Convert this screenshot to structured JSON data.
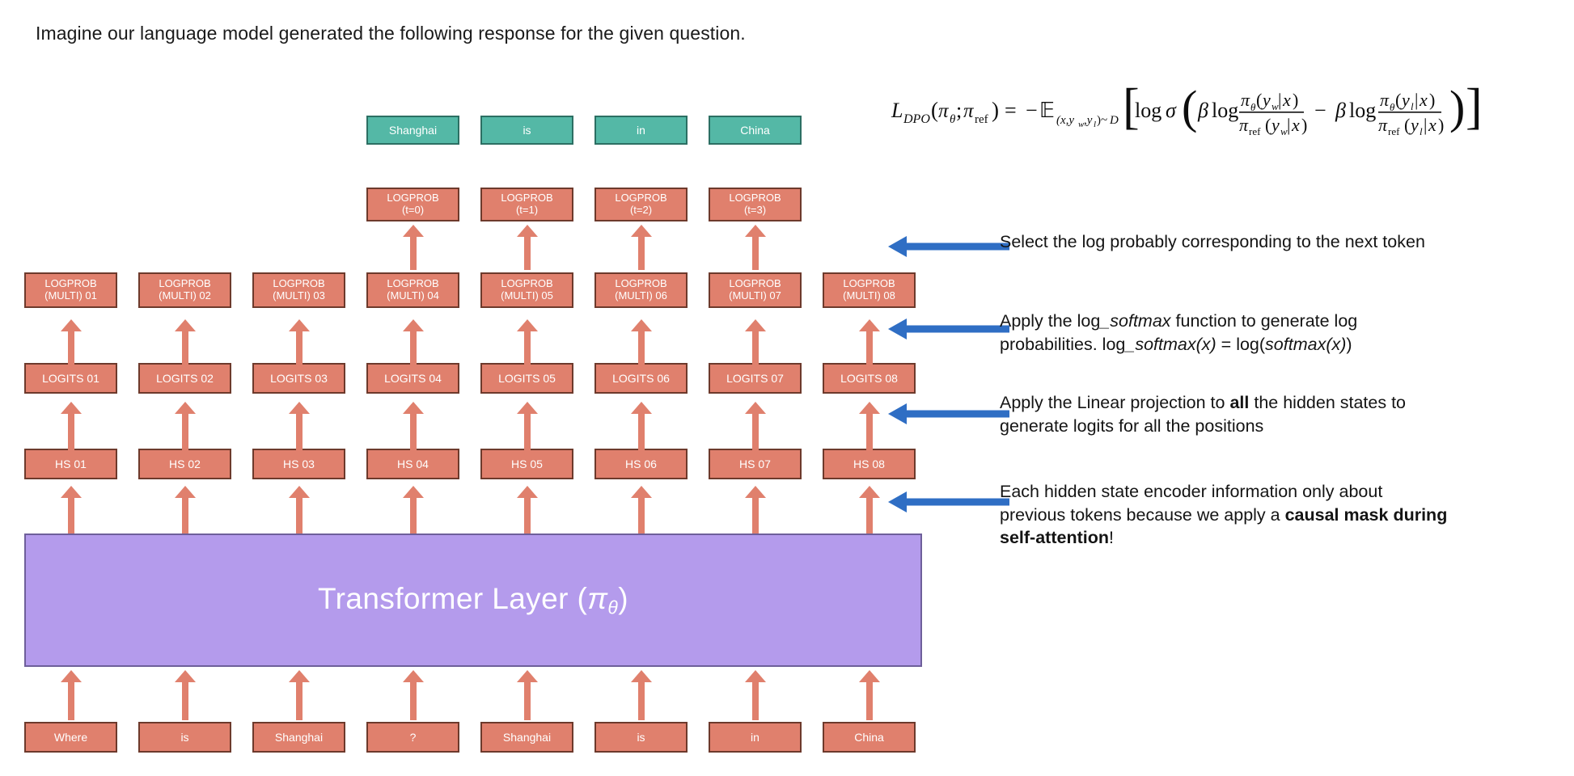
{
  "headline": "Imagine our language model generated the following response for the given question.",
  "formula": {
    "latex_text": "L_DPO(πθ; πref) = −E(x,yw,yl)~D [ log σ ( β log πθ(yw|x)/πref(yw|x) − β log πθ(yl|x)/πref(yl|x) ) ]",
    "loss_name": "L",
    "loss_sub": "DPO",
    "policy": "π",
    "policy_sub_theta": "θ",
    "policy_sub_ref": "ref",
    "expectation": "𝔼",
    "expectation_sub": "(x,y",
    "sigma": "σ",
    "beta": "β",
    "log": "log",
    "win_sub": "w",
    "lose_sub": "l"
  },
  "diagram": {
    "output_tokens": [
      "Shanghai",
      "is",
      "in",
      "China"
    ],
    "logprob_selected": [
      {
        "line1": "LOGPROB",
        "line2": "(t=0)"
      },
      {
        "line1": "LOGPROB",
        "line2": "(t=1)"
      },
      {
        "line1": "LOGPROB",
        "line2": "(t=2)"
      },
      {
        "line1": "LOGPROB",
        "line2": "(t=3)"
      }
    ],
    "logprob_multi": [
      {
        "line1": "LOGPROB",
        "line2": "(MULTI) 01"
      },
      {
        "line1": "LOGPROB",
        "line2": "(MULTI) 02"
      },
      {
        "line1": "LOGPROB",
        "line2": "(MULTI) 03"
      },
      {
        "line1": "LOGPROB",
        "line2": "(MULTI) 04"
      },
      {
        "line1": "LOGPROB",
        "line2": "(MULTI) 05"
      },
      {
        "line1": "LOGPROB",
        "line2": "(MULTI) 06"
      },
      {
        "line1": "LOGPROB",
        "line2": "(MULTI) 07"
      },
      {
        "line1": "LOGPROB",
        "line2": "(MULTI) 08"
      }
    ],
    "logits": [
      "LOGITS 01",
      "LOGITS 02",
      "LOGITS 03",
      "LOGITS 04",
      "LOGITS 05",
      "LOGITS 06",
      "LOGITS 07",
      "LOGITS 08"
    ],
    "hidden_states": [
      "HS 01",
      "HS 02",
      "HS 03",
      "HS 04",
      "HS 05",
      "HS 06",
      "HS 07",
      "HS 08"
    ],
    "transformer_label_prefix": "Transformer Layer (",
    "transformer_label_pi": "π",
    "transformer_label_sub": "θ",
    "transformer_label_suffix": ")",
    "input_tokens": [
      "Where",
      "is",
      "Shanghai",
      "?",
      "Shanghai",
      "is",
      "in",
      "China"
    ]
  },
  "annotations": [
    {
      "id": "select-logprob",
      "line1": "Select the log probably corresponding to the next token"
    },
    {
      "id": "log-softmax",
      "line1_a": "Apply the log",
      "line1_italic": "_softmax",
      "line1_b": " function to generate log",
      "line2_a": "probabilities. log",
      "line2_italic": "_softmax(x)",
      "line2_b": "  =  log(",
      "line2_italic2": "softmax(x)",
      "line2_c": ")"
    },
    {
      "id": "linear-projection",
      "line1_a": "Apply the Linear projection to ",
      "line1_bold": "all",
      "line1_b": " the hidden states to",
      "line2": "generate logits for all the positions"
    },
    {
      "id": "causal-mask",
      "line1": "Each hidden state encoder information only about",
      "line2_a": "previous tokens because we apply a ",
      "line2_bold": "causal mask during",
      "line3_bold": "self-attention",
      "line3_b": "!"
    }
  ],
  "colors": {
    "salmon_fill": "#e0806d",
    "salmon_border": "#6d3a2c",
    "teal_fill": "#54b8a6",
    "teal_border": "#2c6f63",
    "purple_fill": "#b49bec",
    "purple_border": "#6e5f9a",
    "arrow_blue": "#2f6ec4",
    "background": "#ffffff",
    "text_dark": "#141414"
  }
}
